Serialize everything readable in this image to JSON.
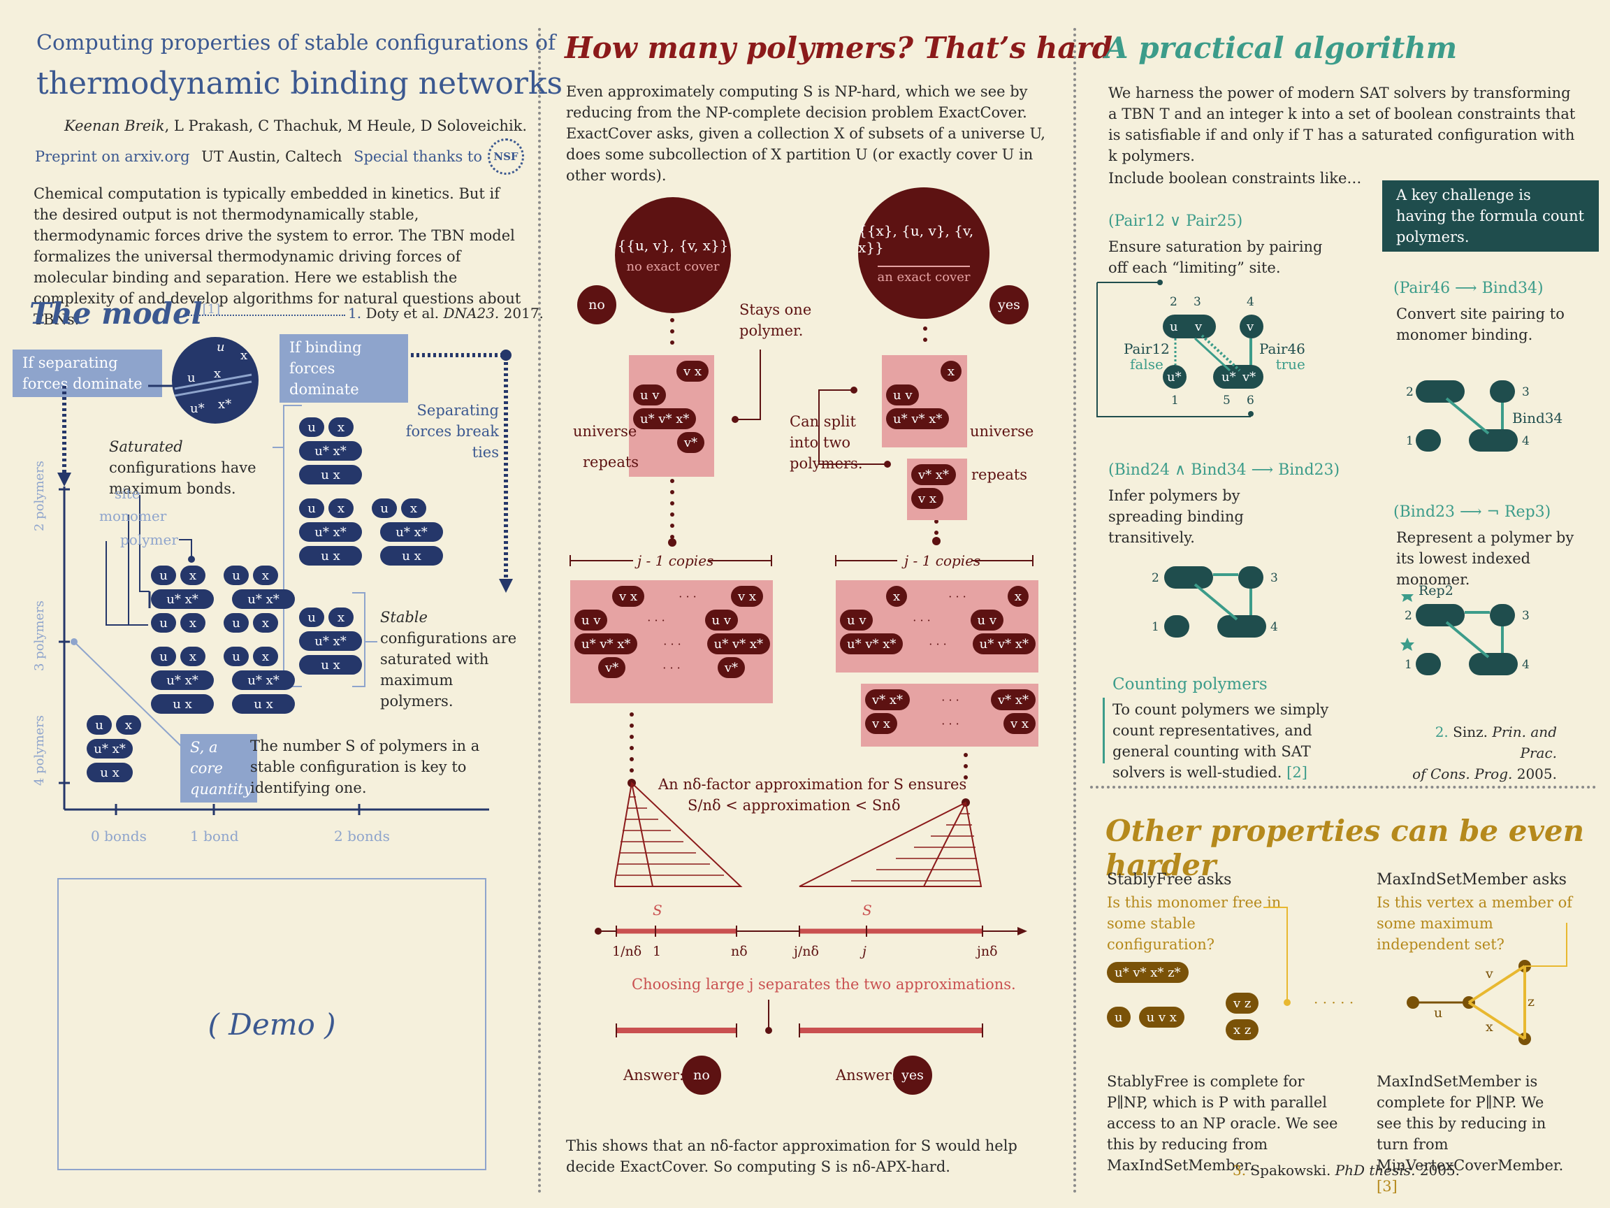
{
  "title": {
    "line1": "Computing properties of stable configurations of",
    "line2": "thermodynamic binding networks"
  },
  "authors": {
    "lead": "Keenan Breik",
    "rest": ", L Prakash, C Thachuk, M Heule, D Soloveichik."
  },
  "links": {
    "preprint": "Preprint on arxiv.org",
    "affil": "UT Austin, Caltech",
    "thanks": "Special thanks to",
    "nsf": "NSF"
  },
  "intro": "Chemical computation is typically embedded in kinetics. But if the desired output is not thermodynamically stable, thermodynamic forces drive the system to error. The TBN model formalizes the universal thermodynamic driving forces of molecular binding and separation. Here we establish the complexity of and develop algorithms for natural questions about TBNs.",
  "model": {
    "heading": "The model",
    "cite_mark": "[1]",
    "cite_num": "1.",
    "cite_text": "Doty et al.",
    "cite_venue": "DNA23.",
    "cite_year": "2017.",
    "sep_forces_box": "If separating forces dominate",
    "bind_forces_box": "If binding forces dominate",
    "ties": "Separating forces break ties",
    "saturated_em": "Saturated",
    "saturated_rest": " configurations have maximum bonds.",
    "label_site": "site",
    "label_monomer": "monomer",
    "label_polymer": "polymer",
    "stable_em": "Stable",
    "stable_rest": " configurations are saturated with maximum polymers.",
    "s_box": "S, a core quantity",
    "s_text": "The number S of polymers in a stable configuration is key to identifying one.",
    "yaxis": [
      "2 polymers",
      "3 polymers",
      "4 polymers"
    ],
    "xaxis": [
      "0 bonds",
      "1 bond",
      "2 bonds"
    ],
    "circle_labels": [
      "u",
      "x",
      "u",
      "x",
      "u*",
      "x*"
    ]
  },
  "demo": "( Demo )",
  "hard": {
    "heading": "How many polymers? That’s hard",
    "intro": "Even approximately computing S is NP-hard, which we see by reducing from the NP-complete decision problem ExactCover. ExactCover asks, given a collection X of subsets of a universe U, does some subcollection of X partition U (or exactly cover U in other words).",
    "left_set": "{{u, v}, {v, x}}",
    "left_note": "no exact cover",
    "right_set": "{{x}, {u, v}, {v, x}}",
    "right_note": "an exact cover",
    "no": "no",
    "yes": "yes",
    "stays": "Stays one polymer.",
    "split": "Can split into two polymers.",
    "universe": "universe",
    "repeats": "repeats",
    "copies": "j - 1 copies",
    "approx1": "An nδ-factor approximation for S ensures",
    "approx2": "S/nδ < approximation < Snδ",
    "axis_ticks": [
      "1/nδ",
      "1",
      "nδ",
      "j/nδ",
      "j",
      "jnδ"
    ],
    "s_label": "S",
    "choosing": "Choosing large j separates the two approximations.",
    "answer": "Answer:",
    "conclusion": "This shows that an nδ-factor approximation for S would help decide ExactCover. So computing S is nδ-APX-hard.",
    "dots": "· · ·"
  },
  "algo": {
    "heading": "A practical algorithm",
    "intro": "We harness the power of modern SAT solvers by transforming a TBN T and an integer k into a set of boolean constraints that is satisfiable if and only if T has a saturated configuration with k polymers.",
    "include": "Include boolean constraints like…",
    "challenge": "A key challenge is having the formula count polymers.",
    "c1": "(Pair12 ∨ Pair25)",
    "c1_text": "Ensure saturation by pairing off each “limiting” site.",
    "pair12": "Pair12",
    "false": "false",
    "pair46": "Pair46",
    "true": "true",
    "c2": "(Pair46 ⟶ Bind34)",
    "c2_text": "Convert site pairing to monomer binding.",
    "bind34": "Bind34",
    "c3": "(Bind24 ∧ Bind34 ⟶ Bind23)",
    "c3_text": "Infer polymers by spreading binding transitively.",
    "c4": "(Bind23 ⟶ ¬ Rep3)",
    "c4_text": "Represent a polymer by its lowest indexed monomer.",
    "rep2": "Rep2",
    "counting_h": "Counting polymers",
    "counting_text": "To count polymers we simply count representatives, and general counting with SAT solvers is well-studied.",
    "cite2_mark": "[2]",
    "cite2_num": "2.",
    "cite2_a": "Sinz.",
    "cite2_b": "Prin. and Prac.",
    "cite2_c": "of Cons. Prog.",
    "cite2_year": "2005."
  },
  "other": {
    "heading": "Other properties can be even harder",
    "sf_h": "StablyFree asks",
    "sf_q": "Is this monomer free in some stable configuration?",
    "mis_h": "MaxIndSetMember asks",
    "mis_q": "Is this vertex a member of some maximum independent set?",
    "sf_text": "StablyFree is complete for P∥NP, which is P with parallel access to an NP oracle. We see this by reducing from MaxIndSetMember.",
    "mis_text": "MaxIndSetMember is complete for P∥NP. We see this by reducing in turn from MinVertexCoverMember.",
    "cite3_mark": "[3]",
    "cite3_num": "3.",
    "cite3_a": "Spakowski.",
    "cite3_b": "PhD thesis.",
    "cite3_year": "2005.",
    "graph_labels": [
      "v",
      "u",
      "z",
      "x"
    ],
    "dots": "· · · · ·"
  },
  "colors": {
    "background": "#f5f0dc",
    "blue": "#3b5890",
    "navy": "#25376a",
    "lightblue": "#8ea4cc",
    "maroon": "#5d1212",
    "red": "#8b1a1a",
    "pink": "#e6a3a3",
    "teal": "#3c9c8a",
    "darkteal": "#1f4d4d",
    "gold": "#b5891c",
    "brown": "#7a5208"
  }
}
